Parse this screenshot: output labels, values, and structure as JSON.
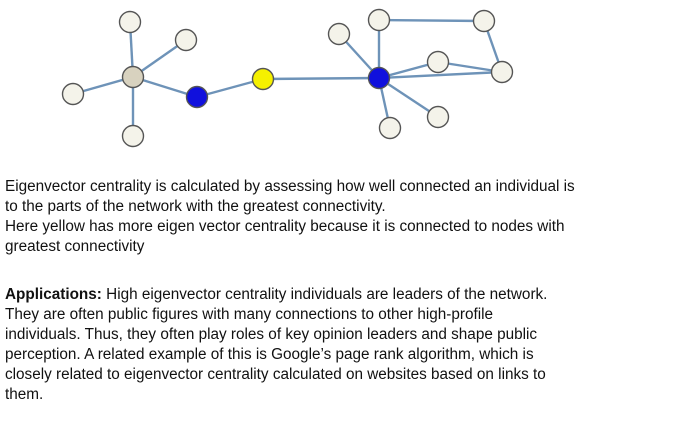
{
  "network": {
    "nodes": [
      {
        "id": "n1",
        "type": "peripheral"
      },
      {
        "id": "n2",
        "type": "peripheral"
      },
      {
        "id": "n3",
        "type": "peripheral"
      },
      {
        "id": "n4",
        "type": "peripheral"
      },
      {
        "id": "hub-left",
        "type": "hub"
      },
      {
        "id": "blue-left",
        "type": "blue"
      },
      {
        "id": "yellow",
        "type": "yellow"
      },
      {
        "id": "blue-right",
        "type": "blue"
      },
      {
        "id": "r1",
        "type": "peripheral"
      },
      {
        "id": "r2",
        "type": "peripheral"
      },
      {
        "id": "r3",
        "type": "peripheral"
      },
      {
        "id": "r4",
        "type": "peripheral"
      },
      {
        "id": "r5",
        "type": "peripheral"
      },
      {
        "id": "r6",
        "type": "peripheral"
      },
      {
        "id": "r7",
        "type": "peripheral"
      }
    ],
    "edges": [
      [
        "n1",
        "hub-left"
      ],
      [
        "n2",
        "hub-left"
      ],
      [
        "n3",
        "hub-left"
      ],
      [
        "n4",
        "hub-left"
      ],
      [
        "hub-left",
        "blue-left"
      ],
      [
        "blue-left",
        "yellow"
      ],
      [
        "yellow",
        "blue-right"
      ],
      [
        "blue-right",
        "r1"
      ],
      [
        "blue-right",
        "r2"
      ],
      [
        "blue-right",
        "r3"
      ],
      [
        "blue-right",
        "r4"
      ],
      [
        "blue-right",
        "r5"
      ],
      [
        "blue-right",
        "r6"
      ],
      [
        "r1",
        "r7"
      ],
      [
        "r7",
        "r5"
      ],
      [
        "r4",
        "r5"
      ]
    ],
    "colors": {
      "peripheral": "#f4f3ea",
      "hub": "#d8d2bf",
      "blue": "#1010dd",
      "yellow": "#f5f000",
      "edge": "#6e93b8",
      "outline": "#555555"
    }
  },
  "text": {
    "para1_lines": [
      "Eigenvector centrality is calculated by assessing how well connected an individual is",
      "to the parts of the network with the greatest connectivity.",
      "Here yellow has more eigen vector centrality because it is connected to nodes with",
      "greatest connectivity"
    ],
    "applications_label": "Applications:",
    "para2_first": "High eigenvector centrality individuals are leaders of the network.",
    "para2_lines": [
      "They are often public figures with many connections to other high-profile",
      "individuals.  Thus, they often play roles of key opinion leaders and shape public",
      "perception.  A related example of this is Google’s page rank algorithm, which is",
      "closely related to eigenvector centrality calculated on websites based on links to",
      "them."
    ]
  }
}
